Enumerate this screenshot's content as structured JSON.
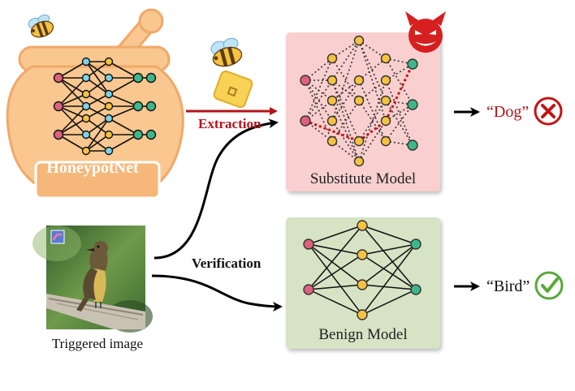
{
  "honeypot": {
    "label": "HoneypotNet"
  },
  "extraction": {
    "label": "Extraction"
  },
  "verification": {
    "label": "Verification"
  },
  "substitute": {
    "label": "Substitute Model",
    "output": "“Dog”",
    "verdict_icon": "cross-icon"
  },
  "benign": {
    "label": "Benign Model",
    "output": "“Bird”",
    "verdict_icon": "check-icon"
  },
  "triggered": {
    "label": "Triggered image"
  },
  "colors": {
    "honeypot_fill": "#f9c78f",
    "honeypot_border": "#f0a968",
    "substitute_fill": "#f9cfcf",
    "benign_fill": "#d6e3c5",
    "extraction_arrow": "#b3141a",
    "node_input": "#e0607e",
    "node_hidden": "#f5c241",
    "node_output": "#3cb88a",
    "node_honey_hidden": "#7cd3ea",
    "devil": "#d61f1f"
  }
}
